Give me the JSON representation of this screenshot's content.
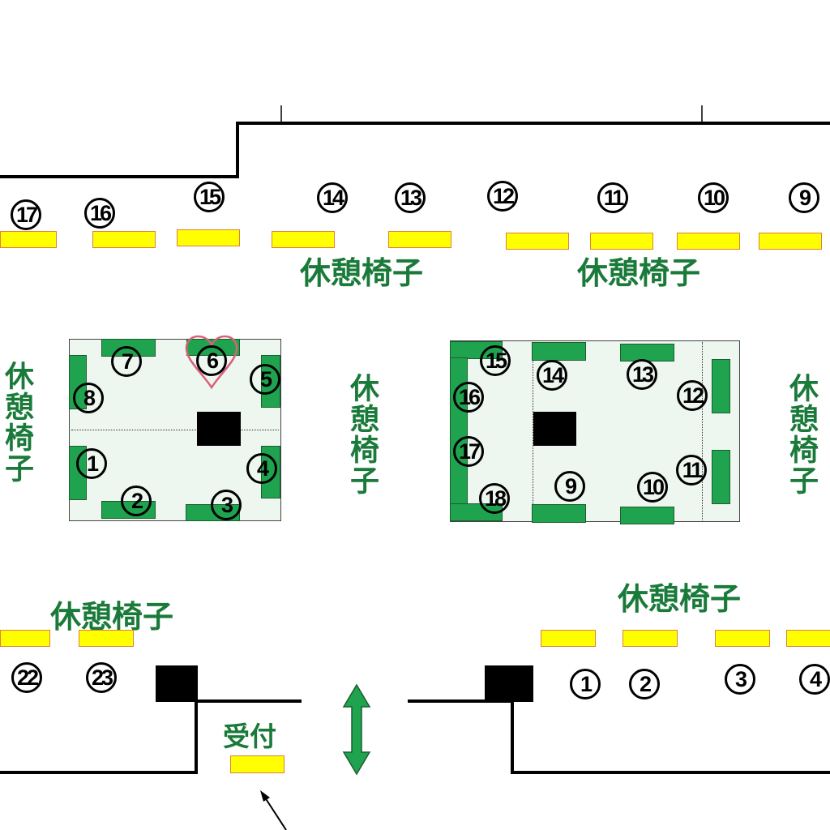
{
  "labels": {
    "rest_bench": "休憩椅子",
    "reception": "受付"
  },
  "top_row_numbers": [
    "17",
    "16",
    "15",
    "14",
    "13",
    "12",
    "11",
    "10",
    "9"
  ],
  "bottom_left_numbers": [
    "22",
    "23"
  ],
  "bottom_right_numbers": [
    "1",
    "2",
    "3",
    "4"
  ],
  "left_booth_numbers": [
    "7",
    "6",
    "5",
    "8",
    "1",
    "4",
    "2",
    "3"
  ],
  "right_booth_numbers": [
    "15",
    "14",
    "13",
    "12",
    "16",
    "17",
    "11",
    "9",
    "10",
    "18"
  ],
  "colors": {
    "label_green": "#1a7a3a",
    "bench_yellow": "#ffff00",
    "seat_green": "#1fa34f",
    "heart": "#d9607a"
  }
}
